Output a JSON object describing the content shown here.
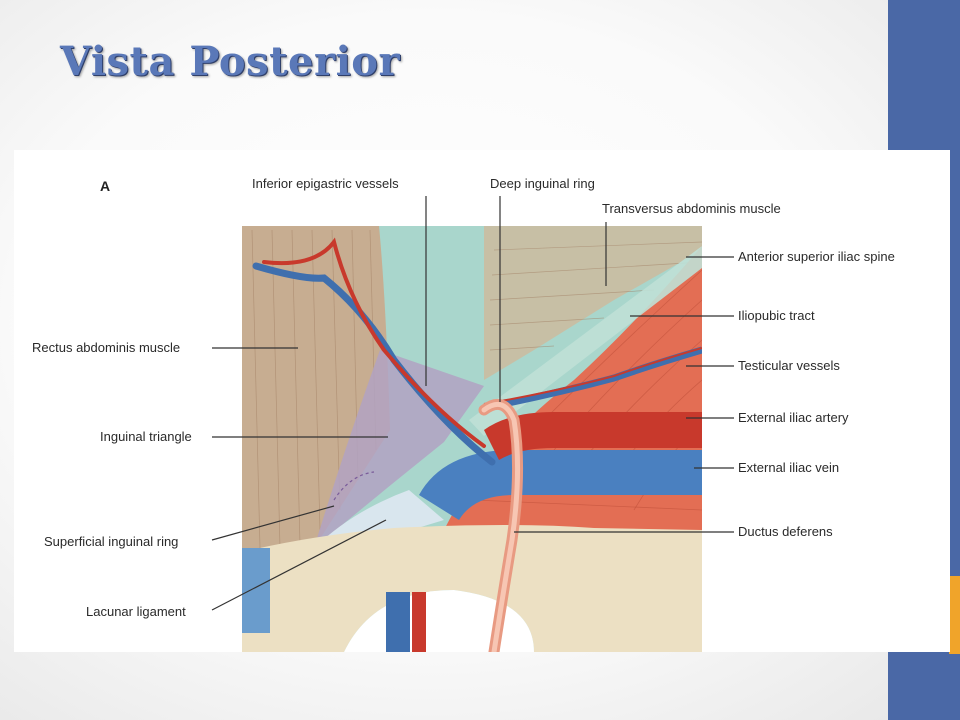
{
  "slide": {
    "title": "Vista Posterior",
    "colors": {
      "title": "#5a78b8",
      "bar": "#4a68a6",
      "accent": "#f0a42a"
    }
  },
  "figure": {
    "panel_letter": "A",
    "labels": {
      "inferior_epigastric_vessels": "Inferior epigastric vessels",
      "deep_inguinal_ring": "Deep inguinal ring",
      "transversus_abdominis_muscle": "Transversus abdominis muscle",
      "anterior_superior_iliac_spine": "Anterior superior iliac spine",
      "iliopubic_tract": "Iliopubic tract",
      "testicular_vessels": "Testicular vessels",
      "external_iliac_artery": "External iliac artery",
      "external_iliac_vein": "External iliac vein",
      "ductus_deferens": "Ductus deferens",
      "rectus_abdominis_muscle": "Rectus abdominis muscle",
      "inguinal_triangle": "Inguinal triangle",
      "superficial_inguinal_ring": "Superficial inguinal ring",
      "lacunar_ligament": "Lacunar ligament"
    }
  }
}
